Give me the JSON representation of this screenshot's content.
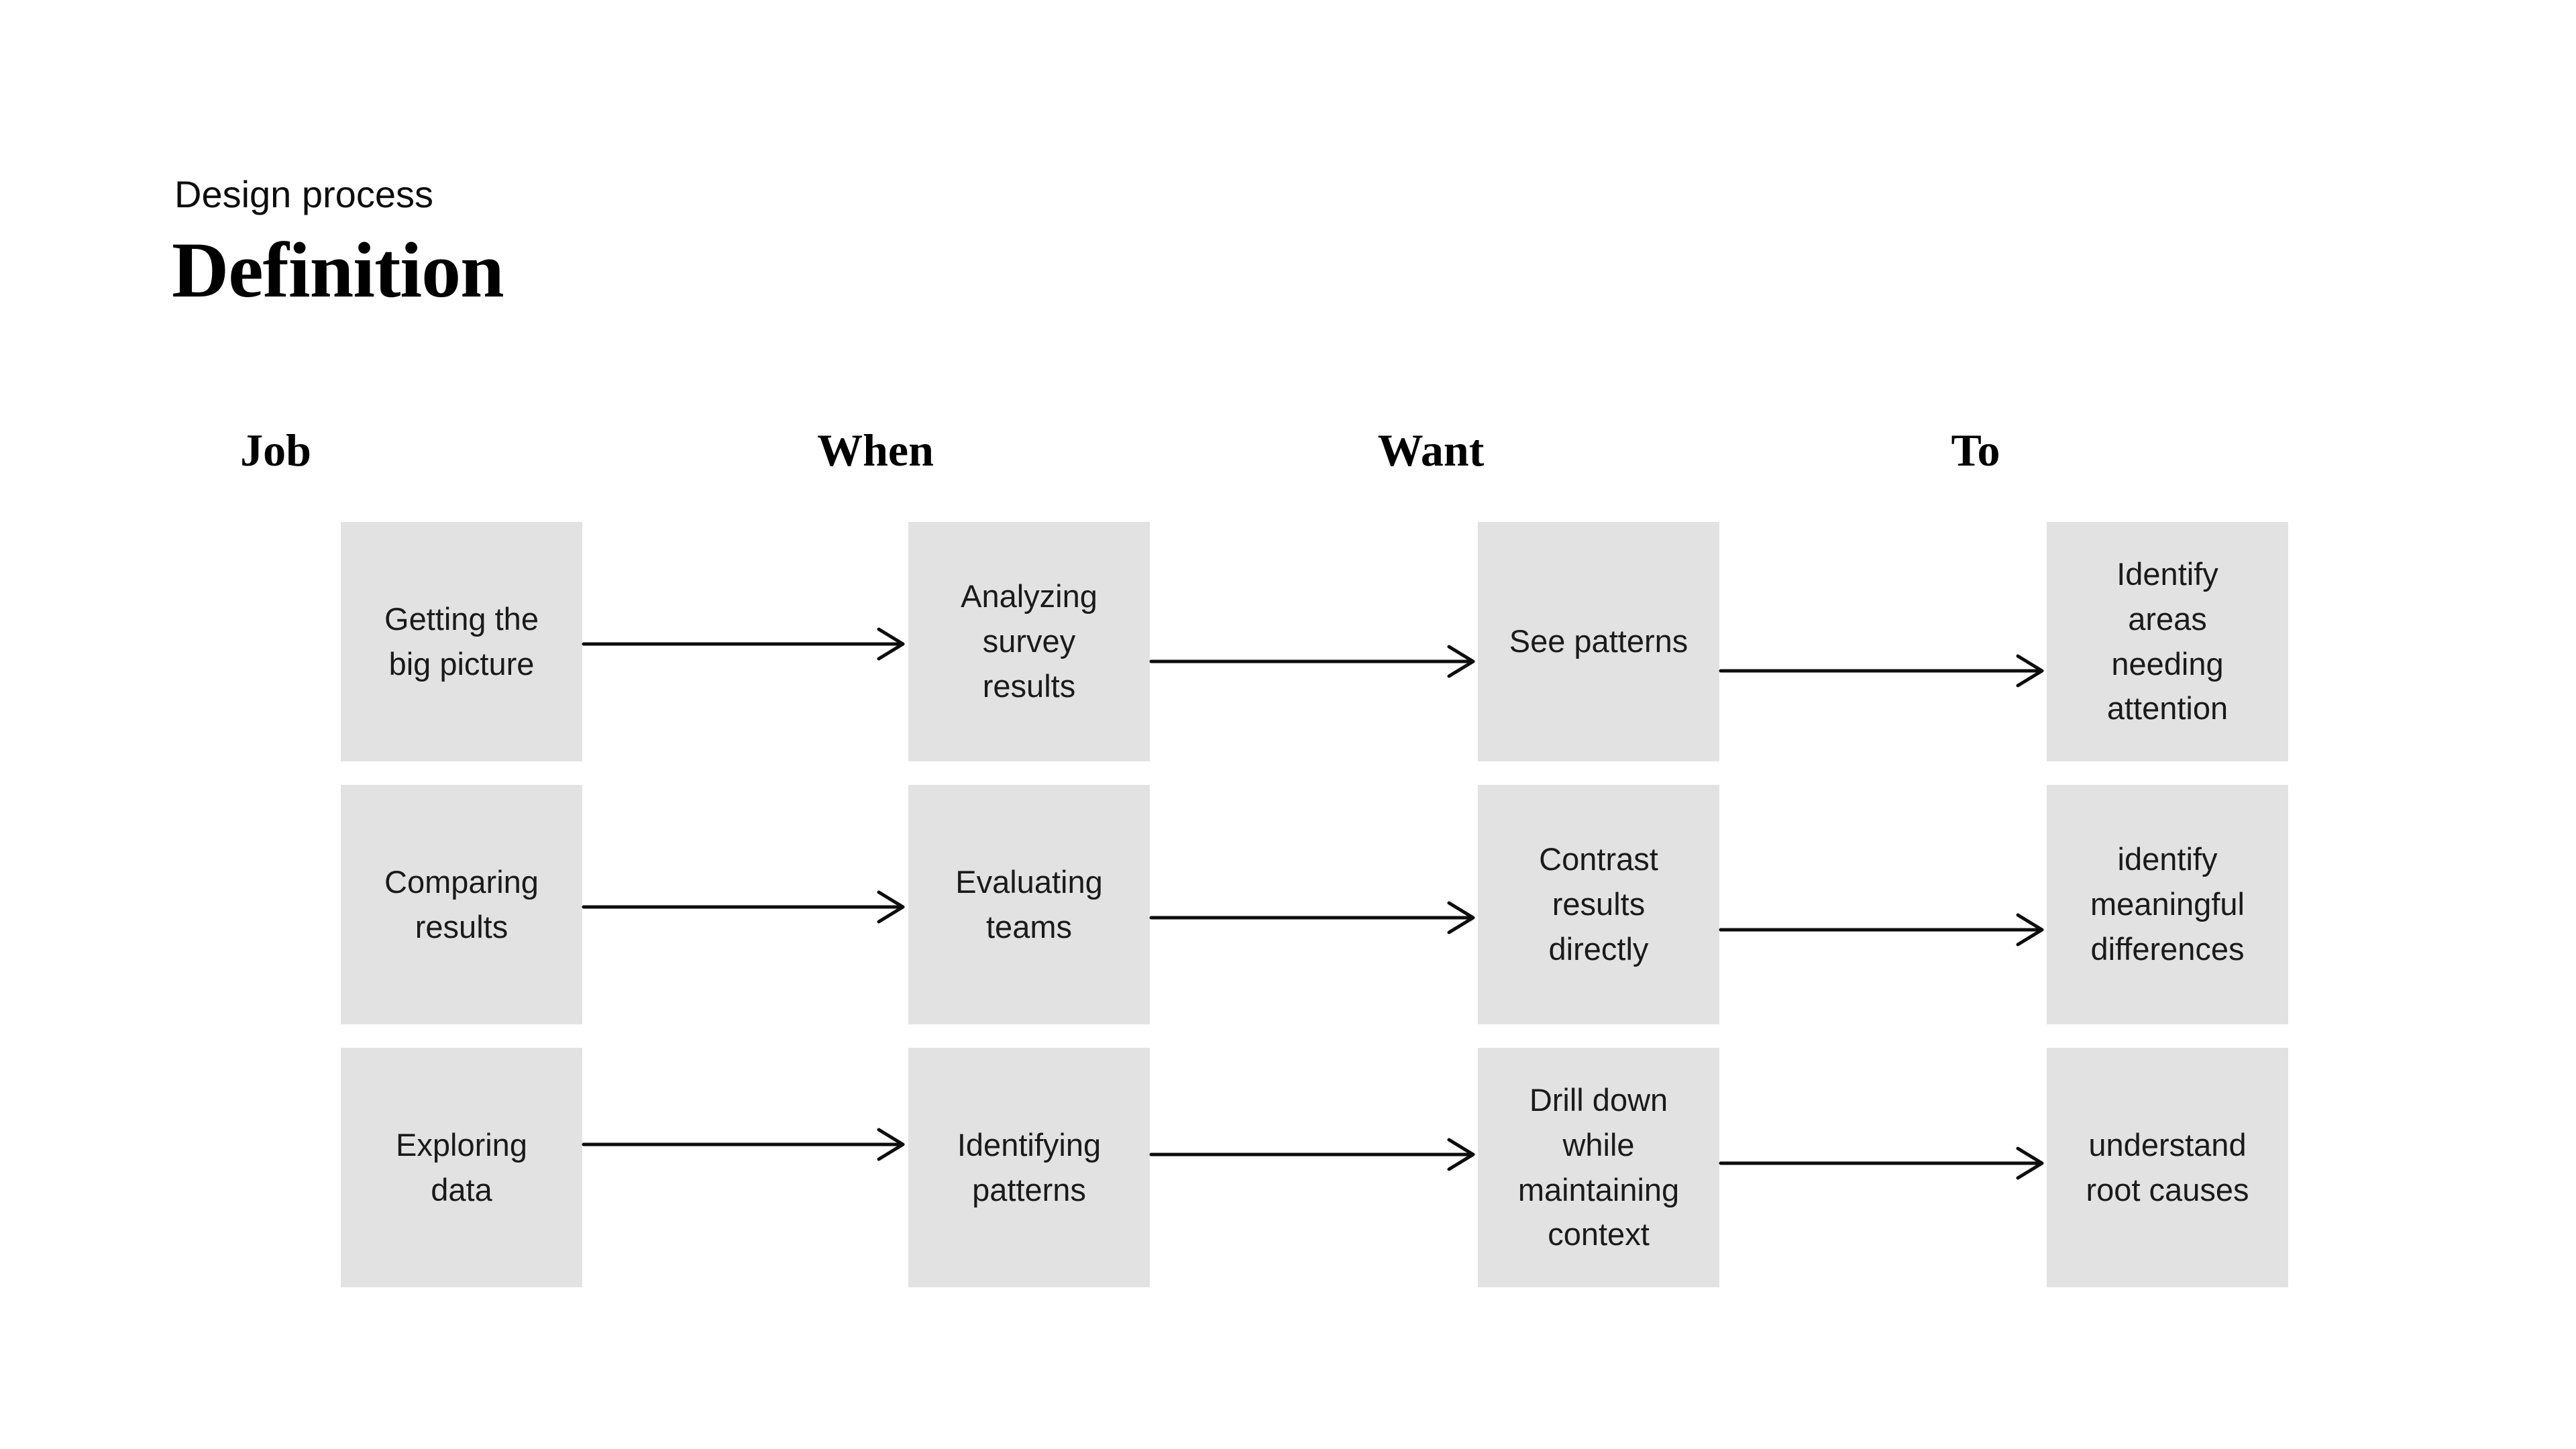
{
  "header": {
    "kicker": "Design process",
    "title": "Definition"
  },
  "columns": [
    {
      "label": "Job"
    },
    {
      "label": "When"
    },
    {
      "label": "Want"
    },
    {
      "label": "To"
    }
  ],
  "rows": [
    {
      "cells": [
        "Getting the\nbig picture",
        "Analyzing\nsurvey\nresults",
        "See patterns",
        "Identify\nareas\nneeding\nattention"
      ]
    },
    {
      "cells": [
        "Comparing\nresults",
        "Evaluating\nteams",
        "Contrast\nresults\ndirectly",
        "identify\nmeaningful\ndifferences"
      ]
    },
    {
      "cells": [
        "Exploring\ndata",
        "Identifying\npatterns",
        "Drill down\nwhile\nmaintaining\ncontext",
        "understand\nroot causes"
      ]
    }
  ],
  "colors": {
    "background": "#ffffff",
    "box_fill": "#e2e2e2",
    "box_text": "#1a1a1a",
    "arrow": "#0d0d0d"
  }
}
